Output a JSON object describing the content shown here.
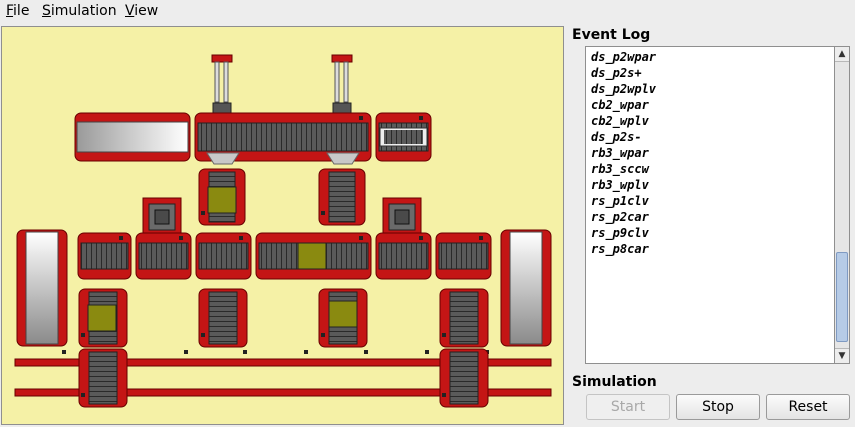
{
  "menu": {
    "file": {
      "first": "F",
      "rest": "ile"
    },
    "simulation": {
      "first": "S",
      "rest": "imulation"
    },
    "view": {
      "first": "V",
      "rest": "iew"
    }
  },
  "event_log": {
    "title": "Event Log",
    "entries": [
      "ds_p2wpar",
      "ds_p2s+",
      "ds_p2wplv",
      "cb2_wpar",
      "cb2_wplv",
      "ds_p2s-",
      "rb3_wpar",
      "rb3_sccw",
      "rb3_wplv",
      "rs_p1clv",
      "rs_p2car",
      "rs_p9clv",
      "rs_p8car"
    ]
  },
  "simulation": {
    "title": "Simulation",
    "start_label": "Start",
    "stop_label": "Stop",
    "reset_label": "Reset"
  },
  "colors": {
    "canvas_bg": "#f5f1a6",
    "machine_red": "#c41515",
    "belt_gray": "#555555",
    "workpiece_olive": "#8a8a10"
  }
}
